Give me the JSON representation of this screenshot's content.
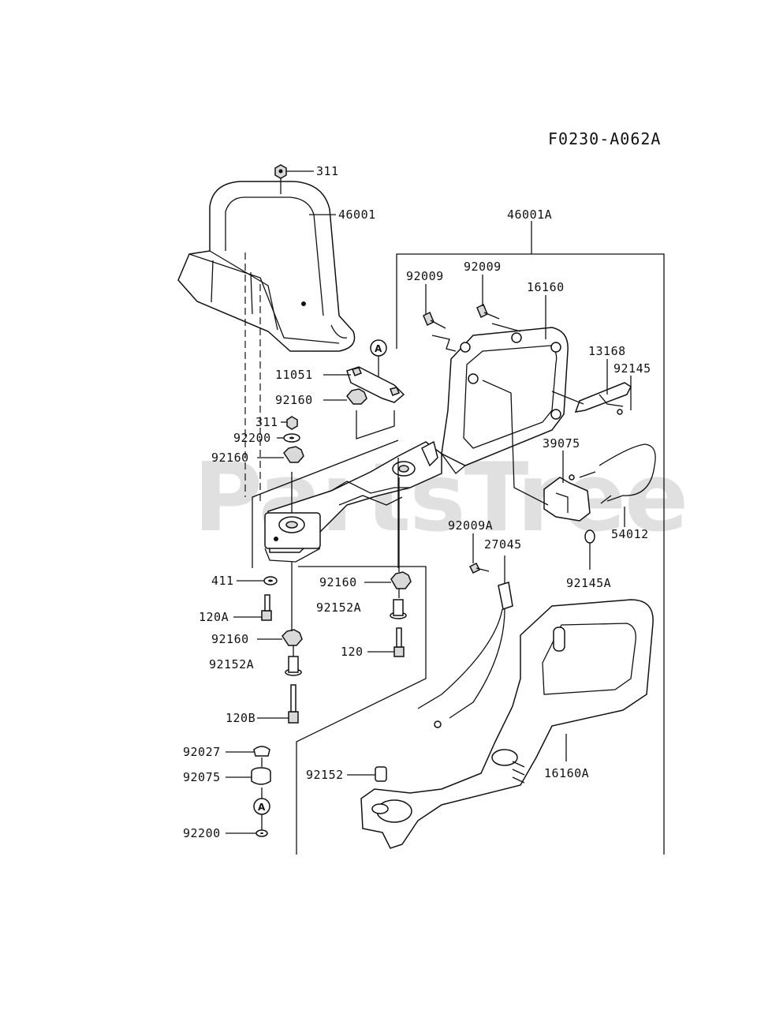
{
  "diagram_code": "F0230-A062A",
  "watermark": "PartsTree",
  "watermark_tm": "™",
  "callouts": {
    "a_upper": "A",
    "a_lower": "A"
  },
  "labels": {
    "p311_top": "311",
    "p46001": "46001",
    "p46001a": "46001A",
    "p92009_left": "92009",
    "p92009_right": "92009",
    "p16160": "16160",
    "p13168": "13168",
    "p92145": "92145",
    "p11051": "11051",
    "p92160_a": "92160",
    "p311_mid": "311",
    "p92200_mid": "92200",
    "p92160_b": "92160",
    "p39075": "39075",
    "p54012": "54012",
    "p92009a": "92009A",
    "p27045": "27045",
    "p92145a": "92145A",
    "p411": "411",
    "p92160_c": "92160",
    "p120a": "120A",
    "p92152a_right": "92152A",
    "p92160_d": "92160",
    "p120": "120",
    "p92152a_left": "92152A",
    "p120b": "120B",
    "p92027": "92027",
    "p92075": "92075",
    "p92152": "92152",
    "p16160a": "16160A",
    "p92200_bot": "92200"
  }
}
